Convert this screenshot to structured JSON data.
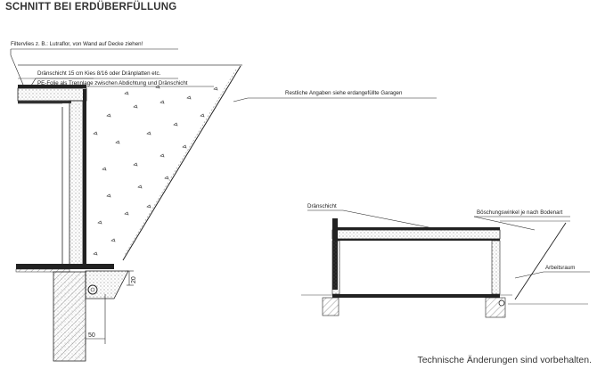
{
  "title": "SCHNITT BEI ERDÜBERFÜLLUNG",
  "labels": {
    "filtervlies": "Filtervlies z. B.: Lutraflor, von Wand auf Decke ziehen!",
    "draenschicht_kies": "Dränschicht 15 cm Kies 8/16 oder Dränplatten etc.",
    "pe_folie": "PE-Folie als Trennlage zwischen Abdichtung und Dränschicht",
    "restliche_angaben": "Restliche Angaben siehe erdangefüllte Garagen",
    "draenschicht": "Dränschicht",
    "boeschungswinkel": "Böschungswinkel je nach Bodenart",
    "arbeitsraum": "Arbeitsraum"
  },
  "dimensions": {
    "d20": "20",
    "d50": "50"
  },
  "footer": "Technische Änderungen sind vorbehalten."
}
